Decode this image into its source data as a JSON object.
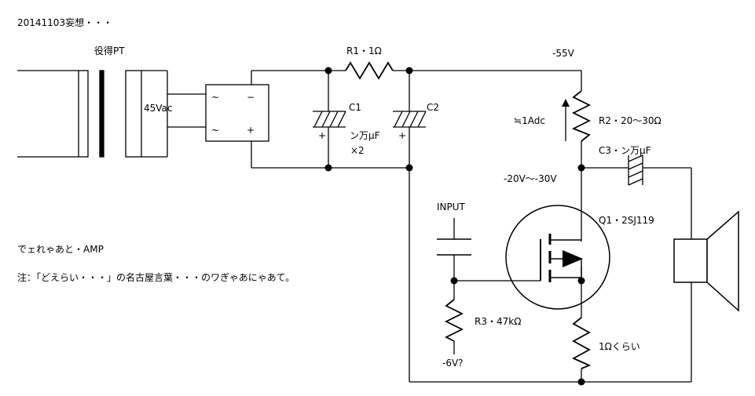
{
  "header": {
    "title": "20141103妄想・・・"
  },
  "labels": {
    "transformer": "役得PT",
    "voltage_ac": "45Vac",
    "rect_ac1": "~",
    "rect_dc_minus": "−",
    "rect_ac2": "~",
    "rect_dc_plus": "+",
    "c1_name": "C1",
    "c1_plus": "+",
    "c1_value": "ン万μF",
    "c1_multiplier": "×2",
    "c2_name": "C2",
    "c2_plus": "+",
    "r1": "R1・1Ω",
    "supply_v": "-55V",
    "current": "≒1Adc",
    "r2": "R2・20〜30Ω",
    "c3": "C3・ン万μF",
    "drain_v": "-20V〜-30V",
    "input": "INPUT",
    "q1": "Q1・2SJ119",
    "r3": "R3・47kΩ",
    "bias_v": "-6V?",
    "rs": "1Ωくらい"
  },
  "notes": {
    "amp": "でェれゃあと・AMP",
    "footnote": "注：「どえらい・・・」の名古屋言葉・・・のワぎゃあにゃあて。"
  }
}
